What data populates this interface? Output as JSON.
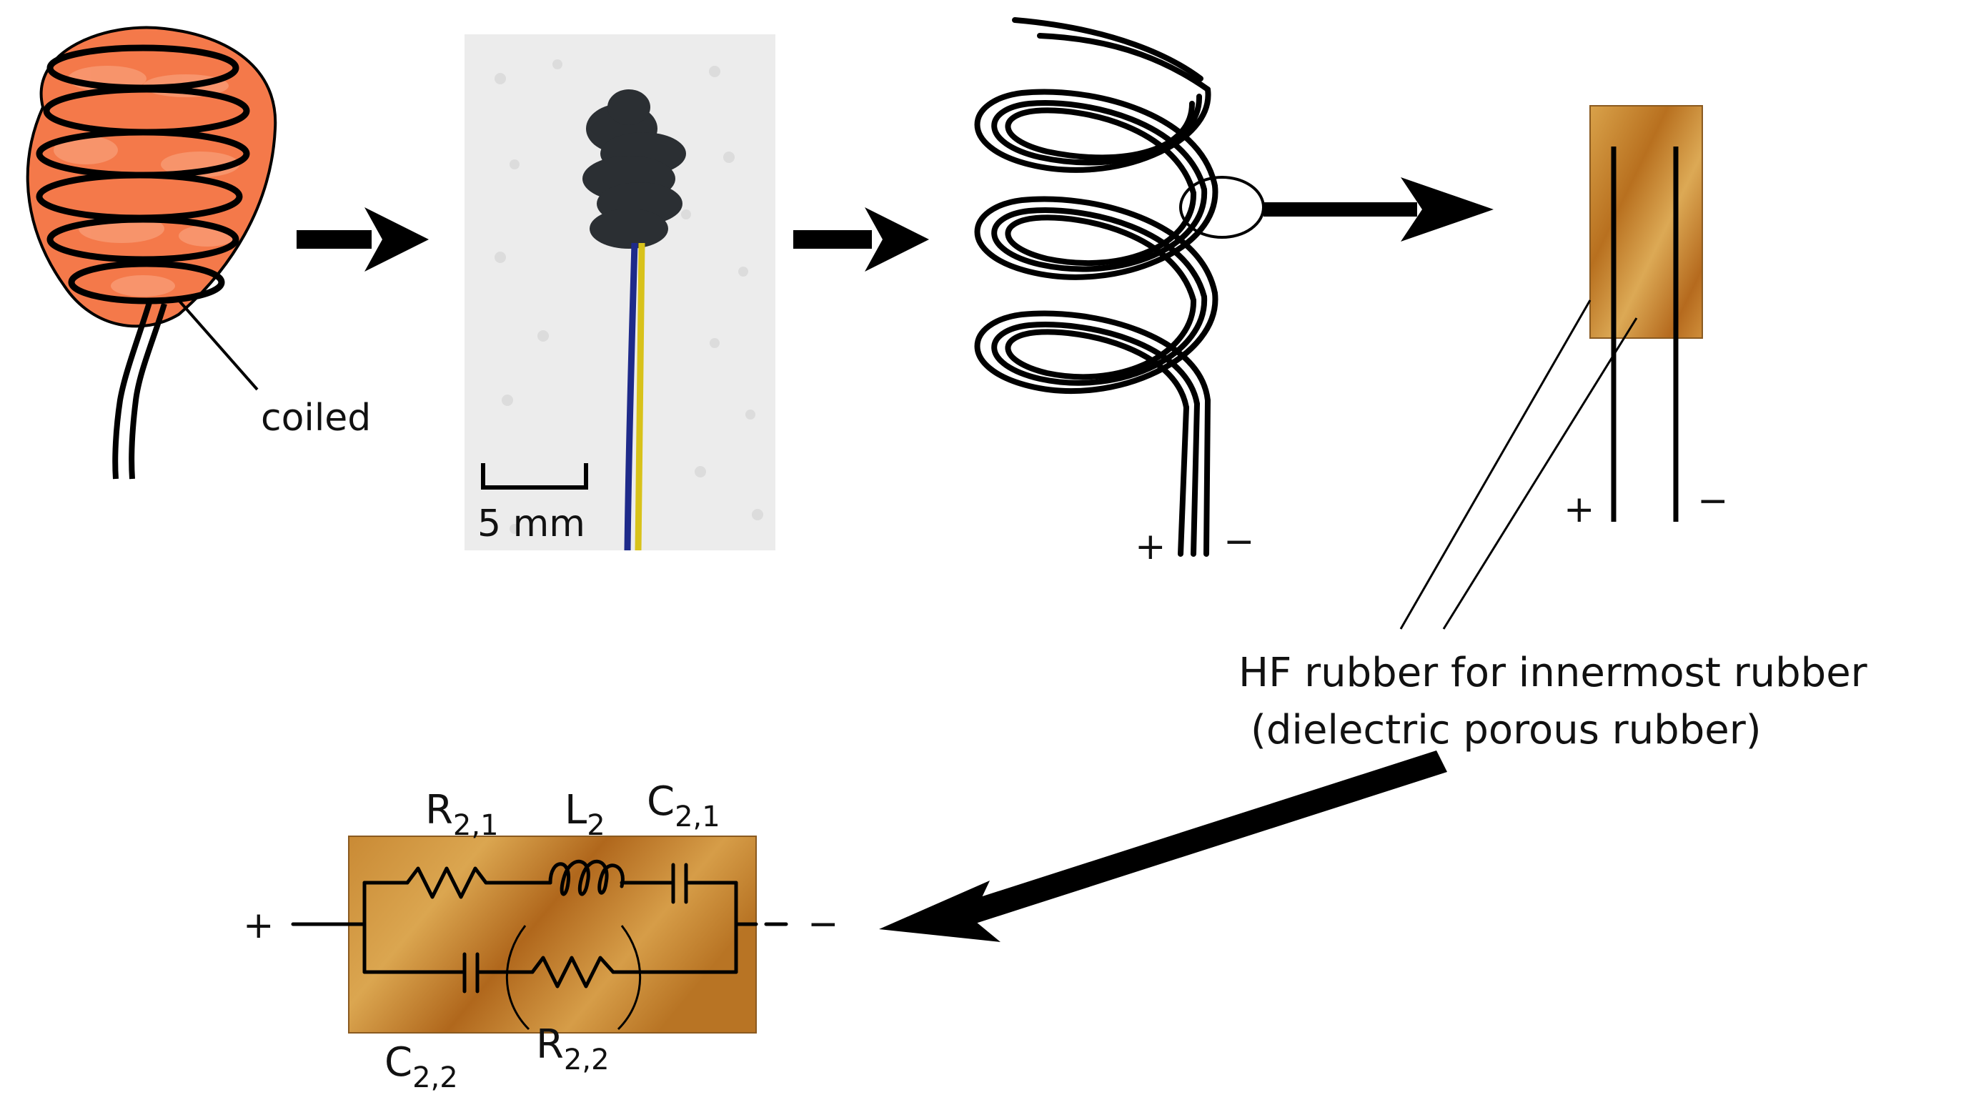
{
  "labels": {
    "coiled": "coiled",
    "scale_bar": "5 mm",
    "coil_plus": "+",
    "coil_minus": "−",
    "plate_plus": "+",
    "plate_minus": "−",
    "hf_line1": "HF rubber for innermost rubber",
    "hf_line2": "(dielectric porous rubber)"
  },
  "circuit": {
    "r21_main": "R",
    "r21_sub": "2,1",
    "l2_main": "L",
    "l2_sub": "2",
    "c21_main": "C",
    "c21_sub": "2,1",
    "c22_main": "C",
    "c22_sub": "2,2",
    "r22_main": "R",
    "r22_sub": "2,2",
    "plus": "+",
    "minus": "−"
  },
  "colors": {
    "rubber_orange": "#f4794a",
    "rubber_brown_light": "#d9a24a",
    "rubber_brown_dark": "#b56a1e",
    "wire_yellow": "#d8c21a",
    "wire_blue": "#1e2a8a",
    "ink": "#000000"
  }
}
